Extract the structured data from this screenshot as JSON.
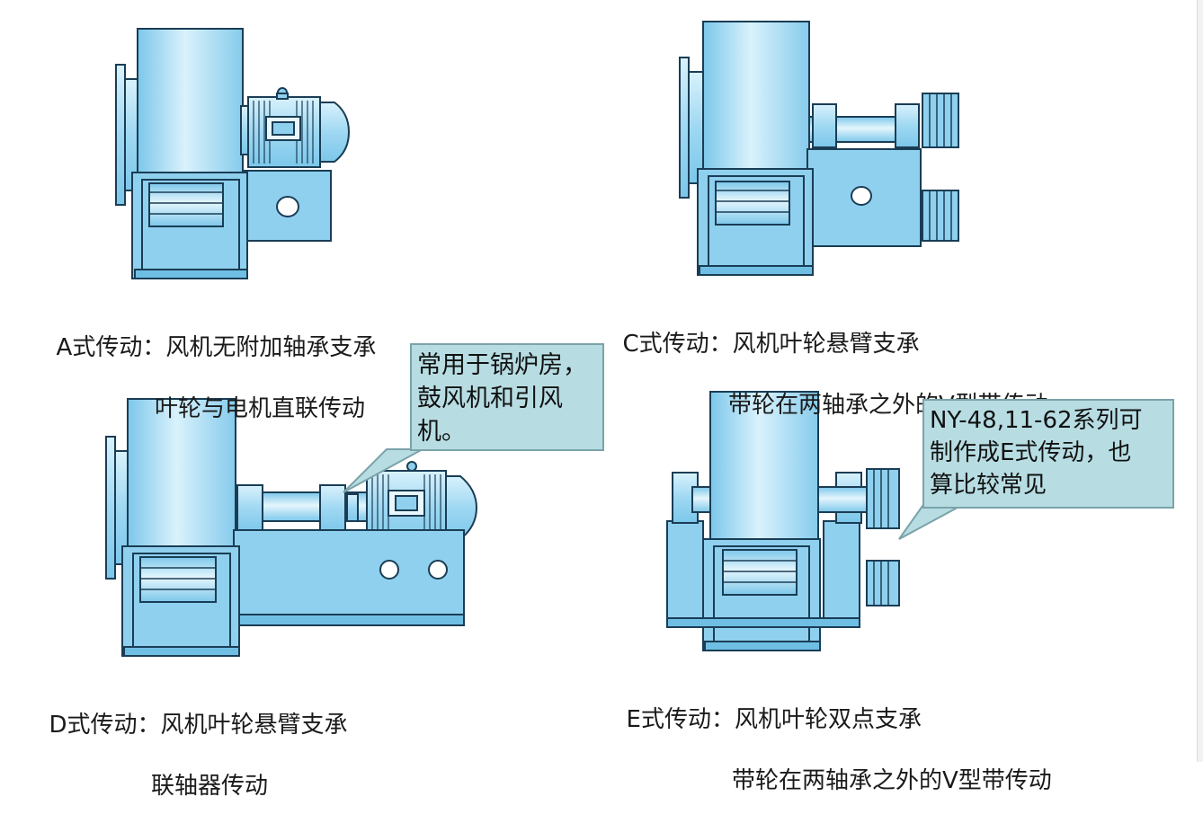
{
  "colors": {
    "body": "#8fd0ee",
    "body_light": "#d6f0fb",
    "outline": "#1a3d55",
    "hole": "#ffffff",
    "callout_bg": "#b7dde3",
    "callout_border": "#7aa3aa"
  },
  "panels": [
    {
      "id": "A",
      "caption_line1": "A式传动：风机无附加轴承支承",
      "caption_line2": "叶轮与电机直联传动"
    },
    {
      "id": "C",
      "caption_line1": "C式传动：风机叶轮悬臂支承",
      "caption_line2": "带轮在两轴承之外的V型带传动"
    },
    {
      "id": "D",
      "caption_line1": "D式传动：风机叶轮悬臂支承",
      "caption_line2": "联轴器传动"
    },
    {
      "id": "E",
      "caption_line1": "E式传动：风机叶轮双点支承",
      "caption_line2": "带轮在两轴承之外的V型带传动"
    }
  ],
  "callouts": {
    "d_note": [
      "常用于锅炉房，",
      "鼓风机和引风",
      "机。"
    ],
    "e_note": [
      "NY-48,11-62系列可",
      "制作成E式传动，也",
      "算比较常见"
    ]
  }
}
